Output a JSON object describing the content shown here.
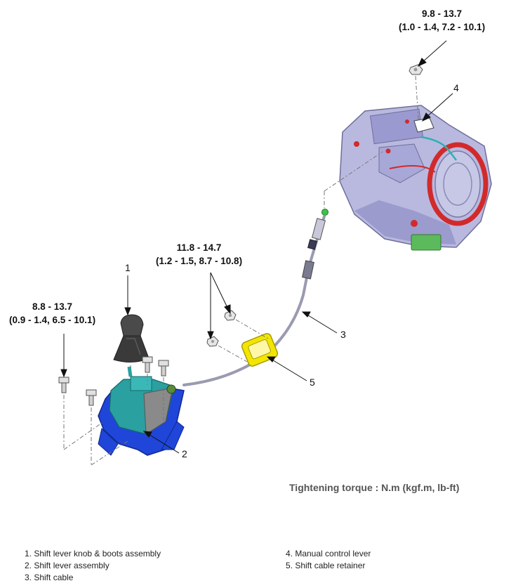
{
  "torques": {
    "manual_lever_nut": {
      "value": "9.8 - 13.7",
      "units": "(1.0 - 1.4, 7.2 - 10.1)"
    },
    "retainer_nuts": {
      "value": "11.8 - 14.7",
      "units": "(1.2 - 1.5, 8.7 - 10.8)"
    },
    "shift_lever_bolts": {
      "value": "8.8 - 13.7",
      "units": "(0.9 - 1.4, 6.5 - 10.1)"
    }
  },
  "callouts": [
    "1",
    "2",
    "3",
    "4",
    "5"
  ],
  "caption": "Tightening torque : N.m (kgf.m, lb-ft)",
  "legend_left": [
    "1. Shift lever knob & boots assembly",
    "2. Shift lever assembly",
    "3. Shift cable"
  ],
  "legend_right": [
    "4. Manual control lever",
    "5. Shift cable retainer"
  ],
  "colors": {
    "transmission": "#b9b9e0",
    "flange": "#d22a2a",
    "shift_lever": "#2aa0a0",
    "bracket": "#1f46d8",
    "retainer": "#f2e600",
    "cable": "#9a9ab0",
    "connector": "#5cba5c"
  }
}
